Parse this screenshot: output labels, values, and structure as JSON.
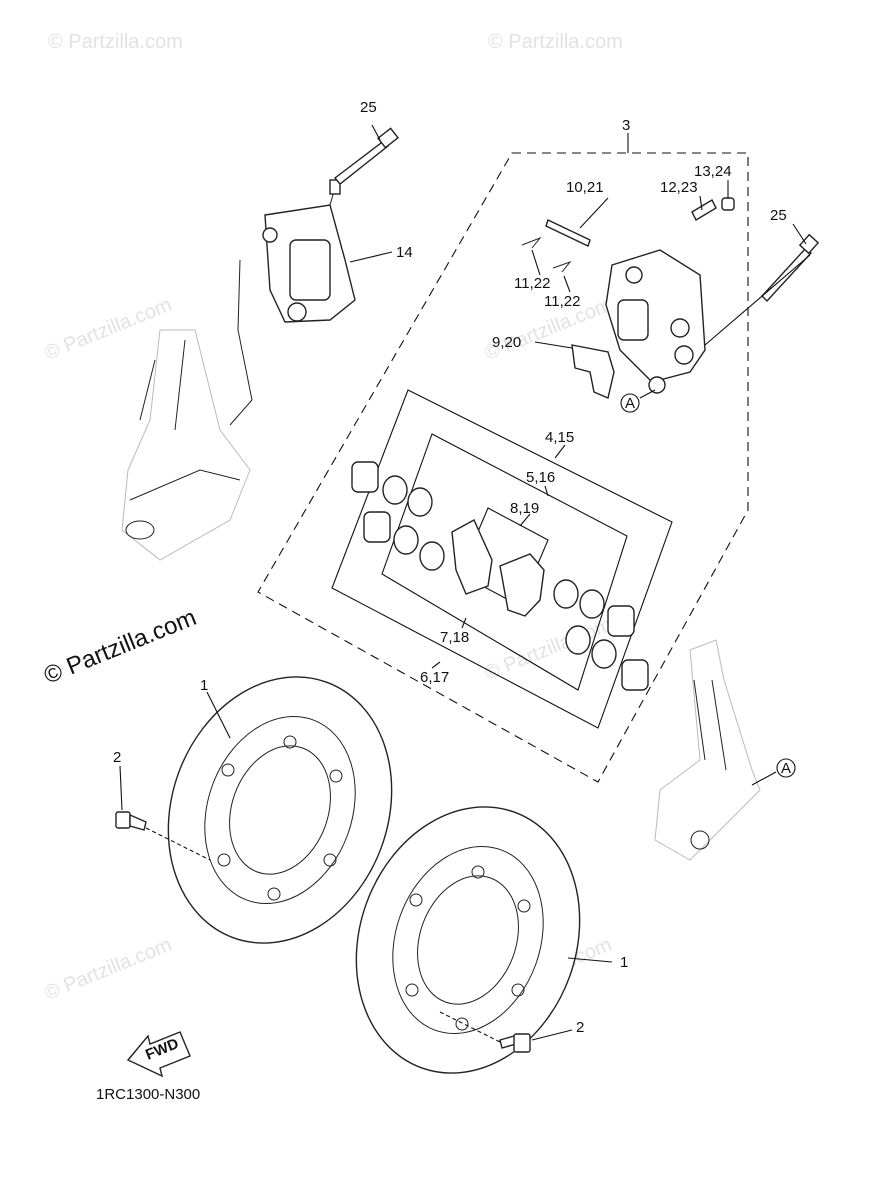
{
  "watermark": {
    "text": "© Partzilla.com"
  },
  "diagram_code": "1RC1300-N300",
  "fwd_label": "FWD",
  "labels": {
    "p25_left": "25",
    "p14": "14",
    "p3": "3",
    "p10_21": "10,21",
    "p12_23": "12,23",
    "p13_24": "13,24",
    "p25_right": "25",
    "p11_22_a": "11,22",
    "p11_22_b": "11,22",
    "p9_20": "9,20",
    "ref_a_top": "A",
    "p4_15": "4,15",
    "p5_16": "5,16",
    "p8_19": "8,19",
    "p7_18": "7,18",
    "p6_17": "6,17",
    "p1_left": "1",
    "p2_left": "2",
    "ref_a_right": "A",
    "p1_right": "1",
    "p2_right": "2"
  }
}
